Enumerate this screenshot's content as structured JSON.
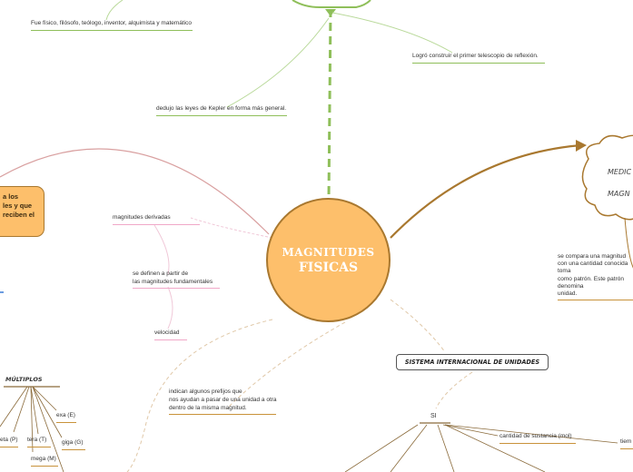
{
  "nodes": {
    "center_line1": "MAGNITUDES",
    "center_line2": "FISICAS",
    "left_box": [
      "a los",
      "les y que",
      "reciben el"
    ],
    "cloud": [
      "MEDIC",
      "MAGN"
    ],
    "philosopher": "Fue físico, filósofo, teólogo, inventor, alquimista y matemático",
    "telescope": "Logró construir el primer telescopio de reflexión.",
    "kepler": "dedujo las leyes de Kepler en forma más general.",
    "derived": "magnitudes derivadas",
    "defined_1": "se definen a partir de",
    "defined_2": "las magnitudes fundamentales",
    "velocity": "velocidad",
    "comparison": [
      "se compara una magnitud",
      "con una cantidad conocida",
      "toma",
      "como patrón. Este patrón",
      "denomina",
      "unidad."
    ],
    "multiples": "MÚLTIPLOS",
    "exa": "exa (E)",
    "peta": "eta (P)",
    "tera": "tera  (T)",
    "giga": "giga (G)",
    "mega": "mega (M)",
    "prefixes": [
      "indican algunos prefijos que",
      "nos ayudan a pasar de una unidad a otra",
      "dentro de la misma magnitud."
    ],
    "si_header": "SISTEMA INTERNACIONAL DE UNIDADES",
    "si": "SI",
    "substance": "cantidad de sustancia (mol)",
    "time": "tiem"
  },
  "colors": {
    "center_fill": "#fdbf6b",
    "green_link": "#8fbf5a",
    "brown_link": "#a9782f",
    "pink_link": "#d9a0a0"
  }
}
